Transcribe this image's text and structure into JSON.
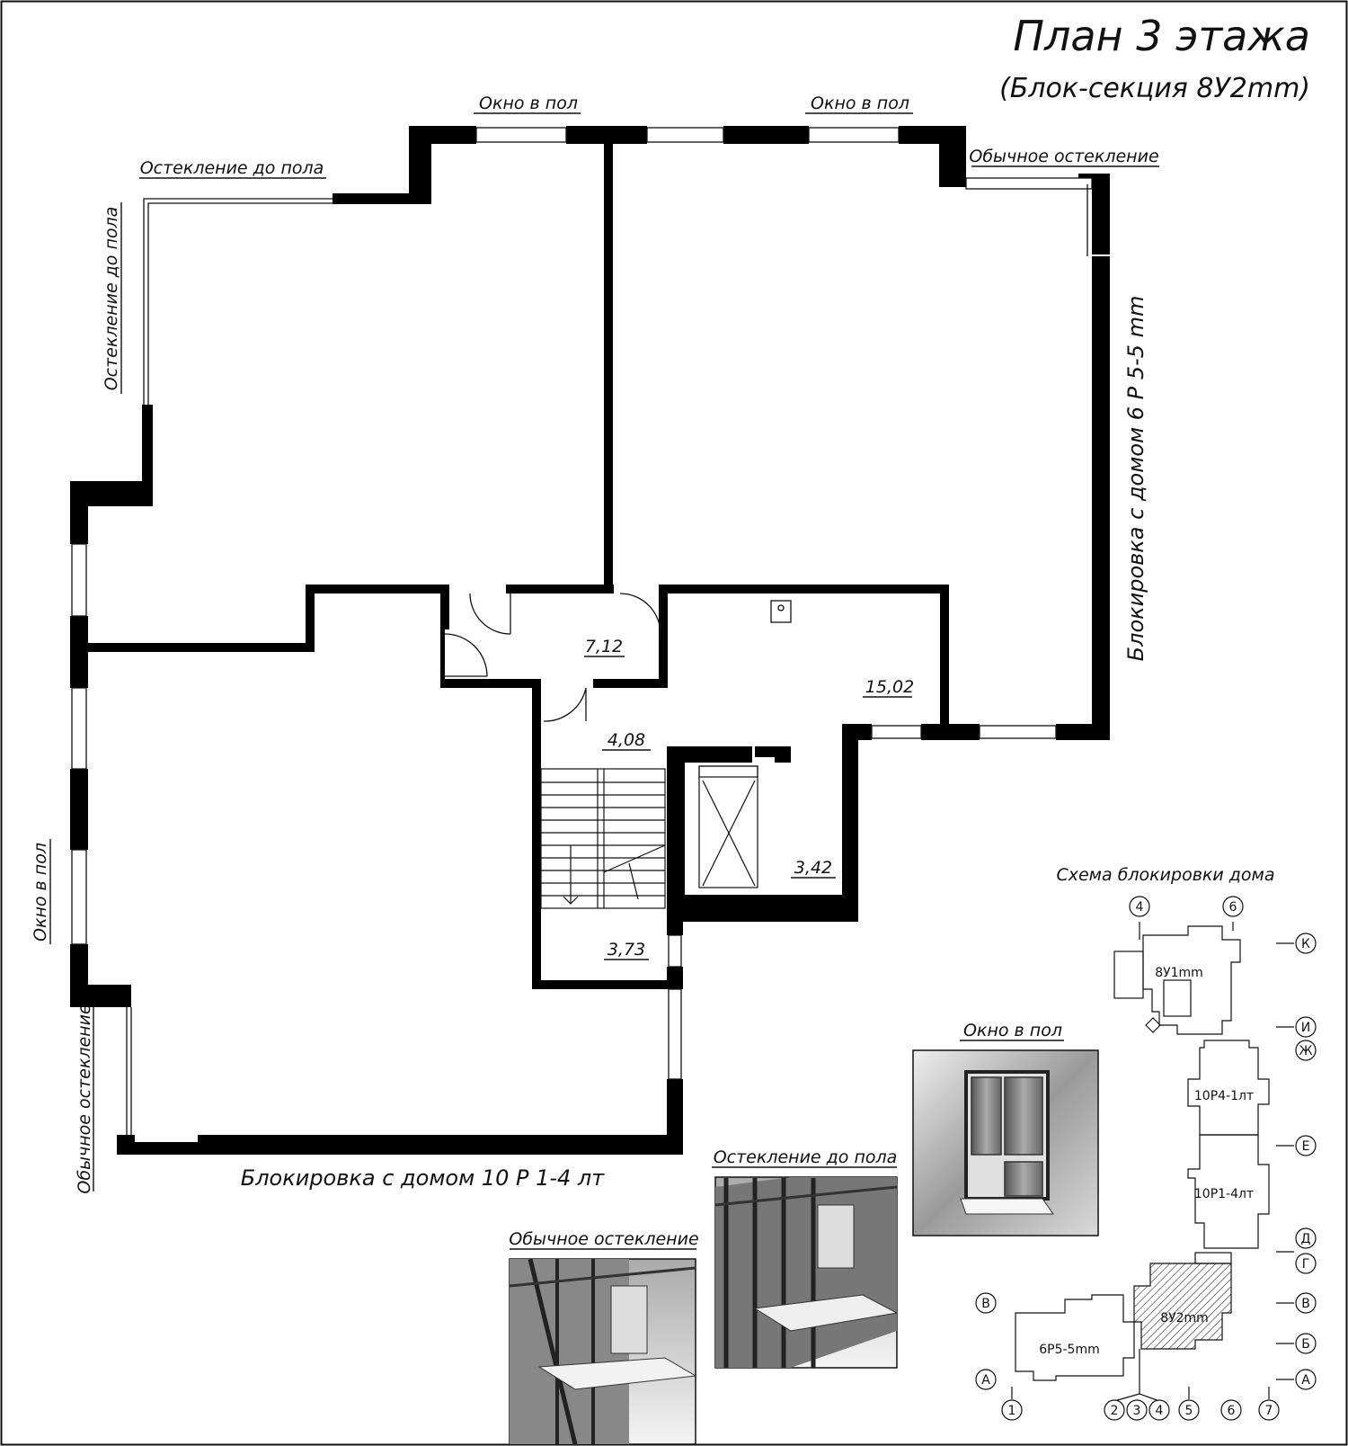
{
  "title": "План 3 этажа",
  "subtitle": "(Блок-секция 8У2mm)",
  "glazing_labels": {
    "window_floor_1": "Окно в пол",
    "window_floor_2": "Окно в пол",
    "ordinary_glazing_top": "Обычное остекление",
    "to_floor_top": "Остекление до пола",
    "to_floor_left": "Остекление до пола",
    "window_floor_left": "Окно в пол",
    "ordinary_glazing_left": "Обычное остекление"
  },
  "adjacency": {
    "right": "Блокировка с домом 6 Р 5-5 mm",
    "bottom": "Блокировка с домом 10 Р 1-4 лт"
  },
  "room_areas": [
    "7,12",
    "15,02",
    "4,08",
    "3,42",
    "3,73"
  ],
  "photos": {
    "window_floor": "Окно в пол",
    "to_floor": "Остекление до пола",
    "ordinary": "Обычное остекление"
  },
  "scheme": {
    "title": "Схема блокировки дома",
    "sections": [
      "8У1mm",
      "10Р4-1лт",
      "10Р1-4лт",
      "8У2mm",
      "6Р5-5mm"
    ],
    "axes_top": [
      "4",
      "6"
    ],
    "axes_right": [
      "К",
      "И",
      "Ж",
      "Е",
      "Д",
      "Г",
      "В",
      "Б",
      "А"
    ],
    "axes_left": [
      "В",
      "А"
    ],
    "axes_bottom": [
      "1",
      "2",
      "3",
      "4",
      "5",
      "6",
      "7"
    ]
  }
}
